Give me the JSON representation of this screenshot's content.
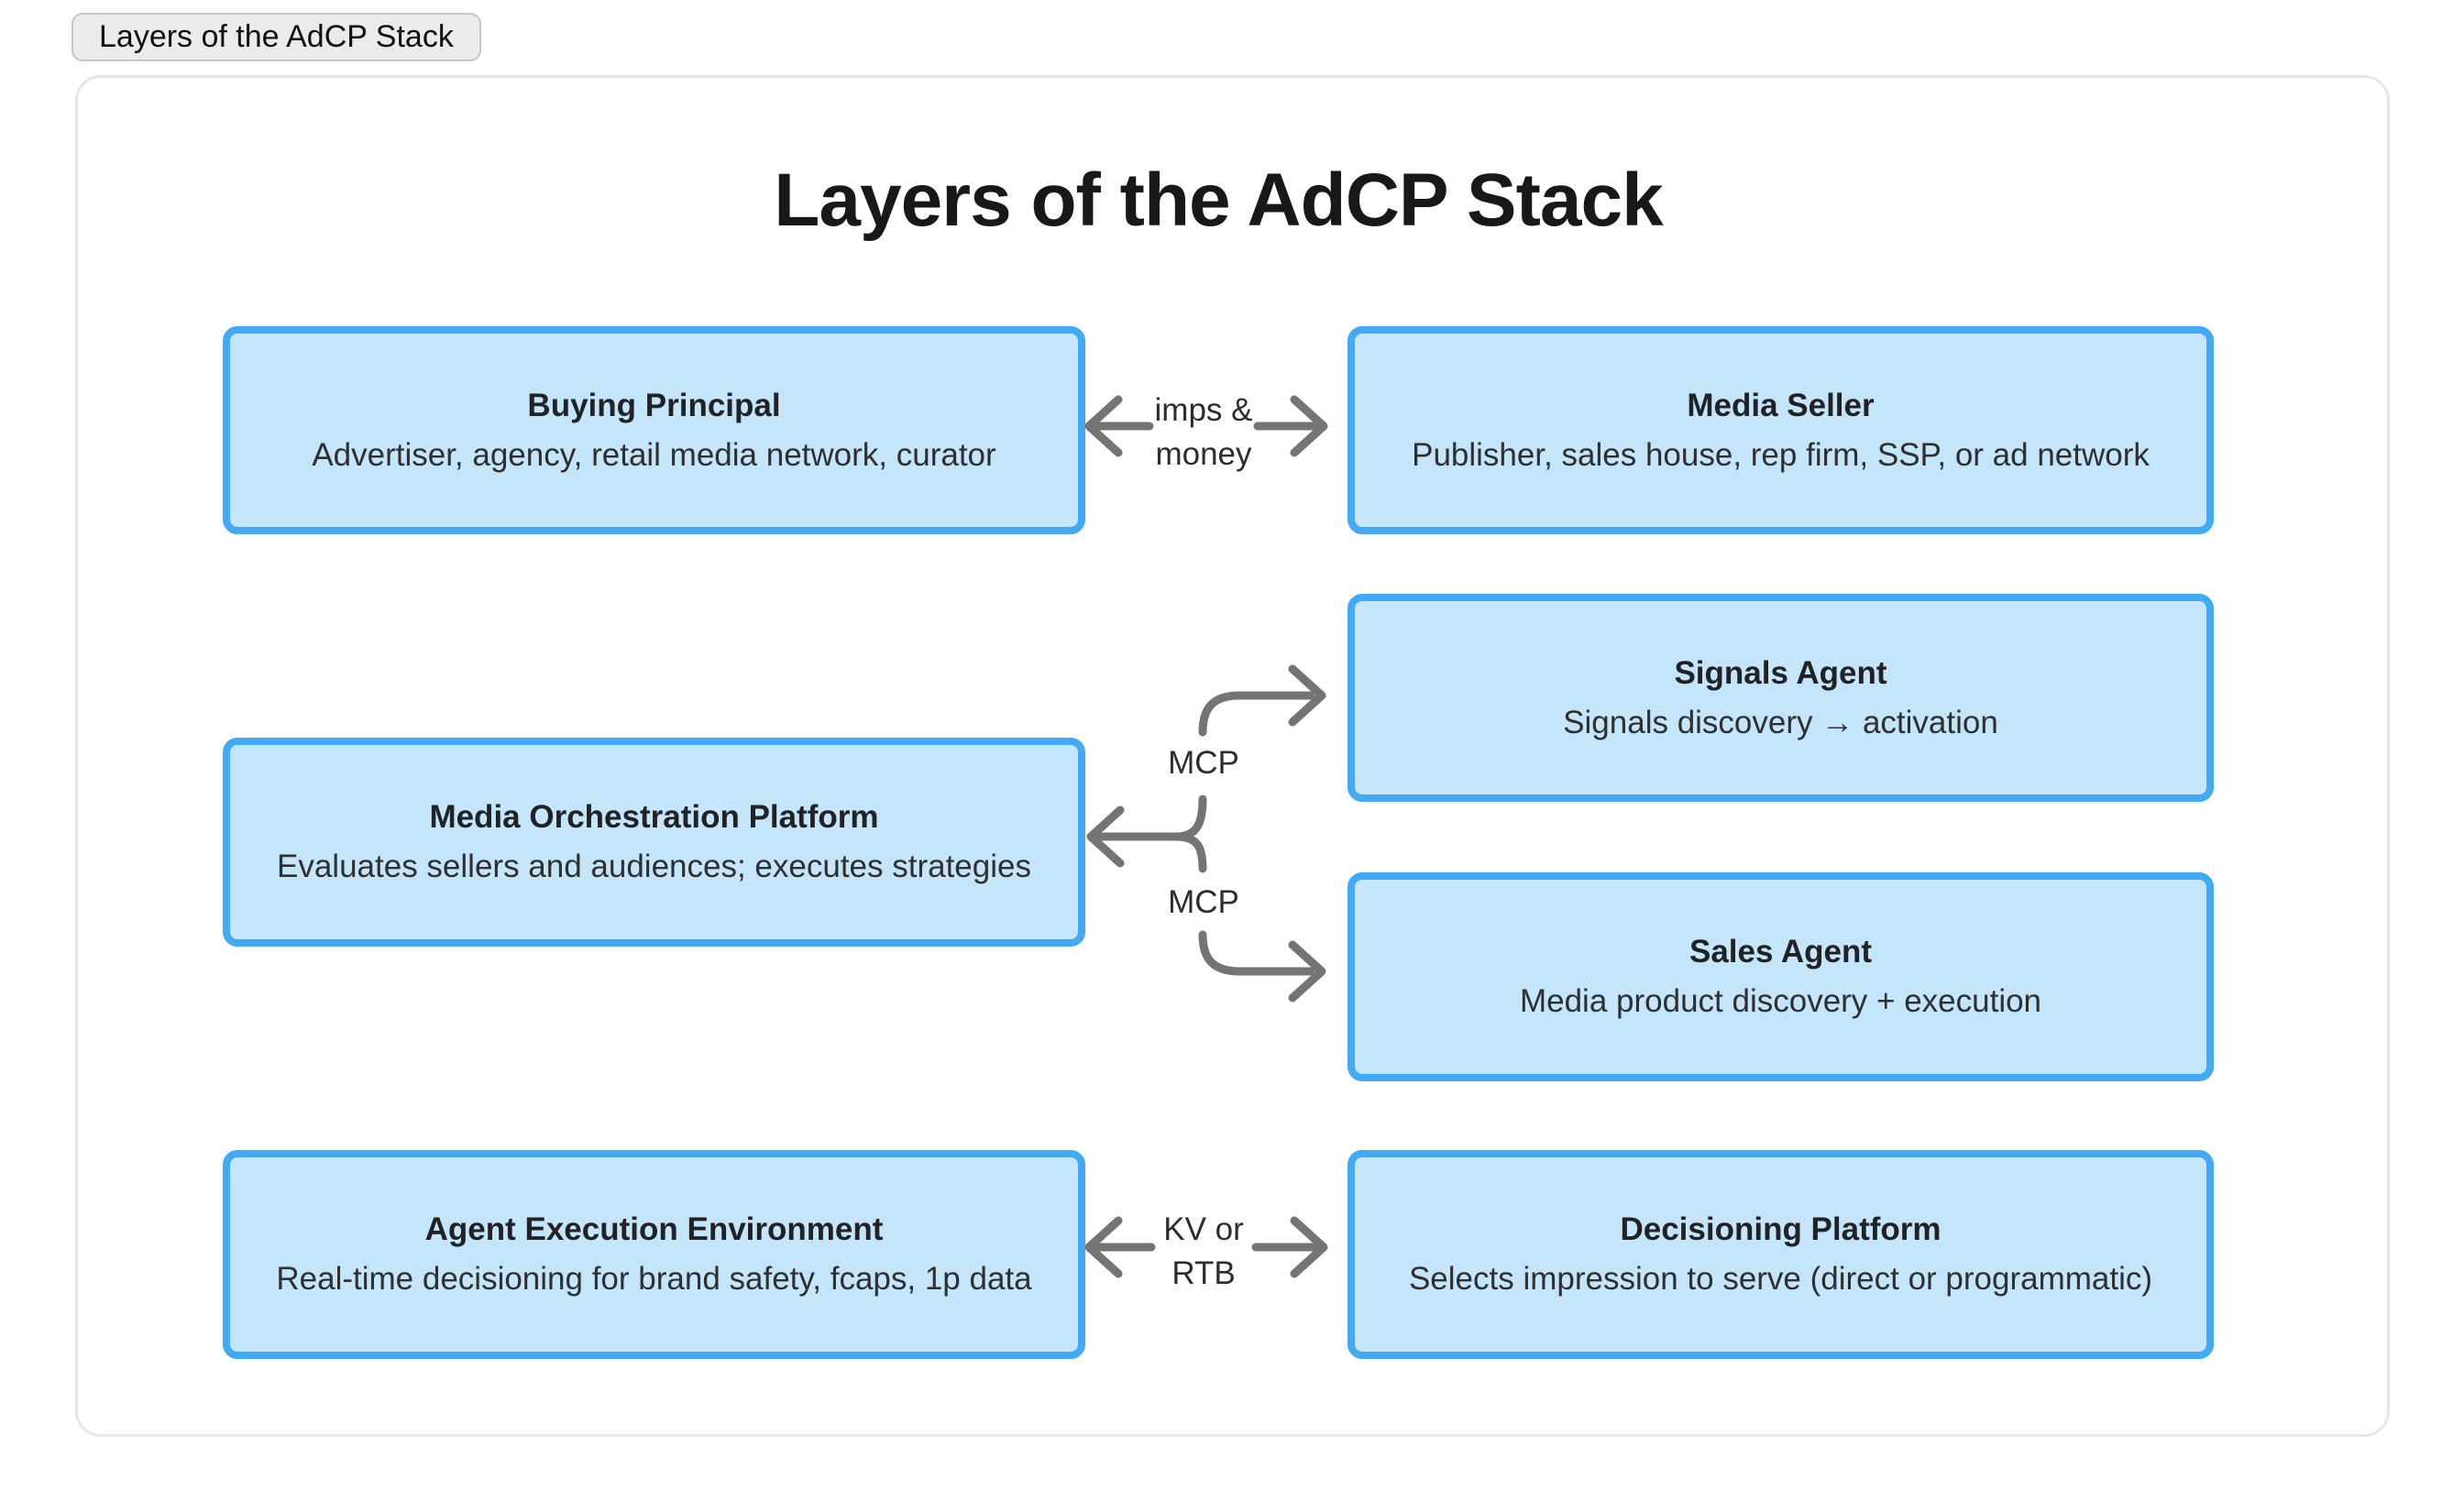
{
  "page": {
    "tab_label": "Layers of the AdCP Stack",
    "title": "Layers of the AdCP Stack"
  },
  "diagram": {
    "nodes": [
      {
        "id": "buying-principal",
        "title": "Buying Principal",
        "subtitle": "Advertiser, agency, retail media network, curator"
      },
      {
        "id": "media-seller",
        "title": "Media Seller",
        "subtitle": "Publisher, sales house, rep firm, SSP, or ad network"
      },
      {
        "id": "signals-agent",
        "title": "Signals Agent",
        "subtitle": "Signals discovery → activation"
      },
      {
        "id": "media-orchestration-platform",
        "title": "Media Orchestration Platform",
        "subtitle": "Evaluates sellers and audiences; executes strategies"
      },
      {
        "id": "sales-agent",
        "title": "Sales Agent",
        "subtitle": "Media product discovery + execution"
      },
      {
        "id": "agent-execution-environment",
        "title": "Agent Execution Environment",
        "subtitle": "Real-time decisioning for brand safety, fcaps, 1p data"
      },
      {
        "id": "decisioning-platform",
        "title": "Decisioning Platform",
        "subtitle": "Selects impression to serve (direct or programmatic)"
      }
    ],
    "edge_labels": {
      "imps_money_line1": "imps &",
      "imps_money_line2": "money",
      "mcp_top": "MCP",
      "mcp_bottom": "MCP",
      "kv_rtb_line1": "KV or",
      "kv_rtb_line2": "RTB"
    },
    "colors": {
      "node_fill": "#c5e5fb",
      "node_border": "#42a9f4",
      "arrow": "#747474",
      "card_border": "#e7e7e7",
      "tab_fill": "#ebebeb",
      "tab_border": "#c6c6c6",
      "text_strong": "#17181a",
      "text_body": "#2d2f31",
      "label": "#2b2d30"
    }
  }
}
